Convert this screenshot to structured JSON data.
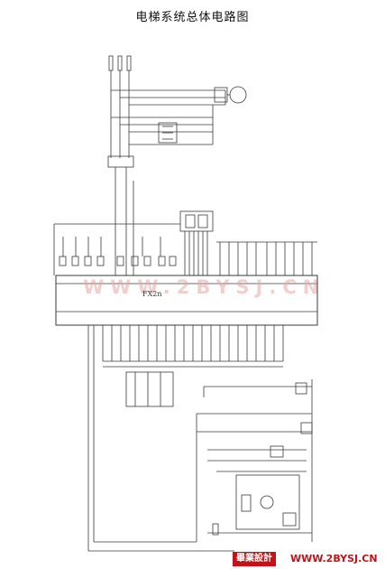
{
  "title": "电梯系统总体电路图",
  "plc_label": "FX2n",
  "watermark": "WWW.2BYSJ.CN",
  "footer": {
    "logo_text": "畢業設計",
    "site": "WWW.2BYSJ.CN"
  },
  "colors": {
    "line": "#3a3a3a",
    "watermark": "#e8a8a8",
    "footer_red": "#c0141a"
  }
}
